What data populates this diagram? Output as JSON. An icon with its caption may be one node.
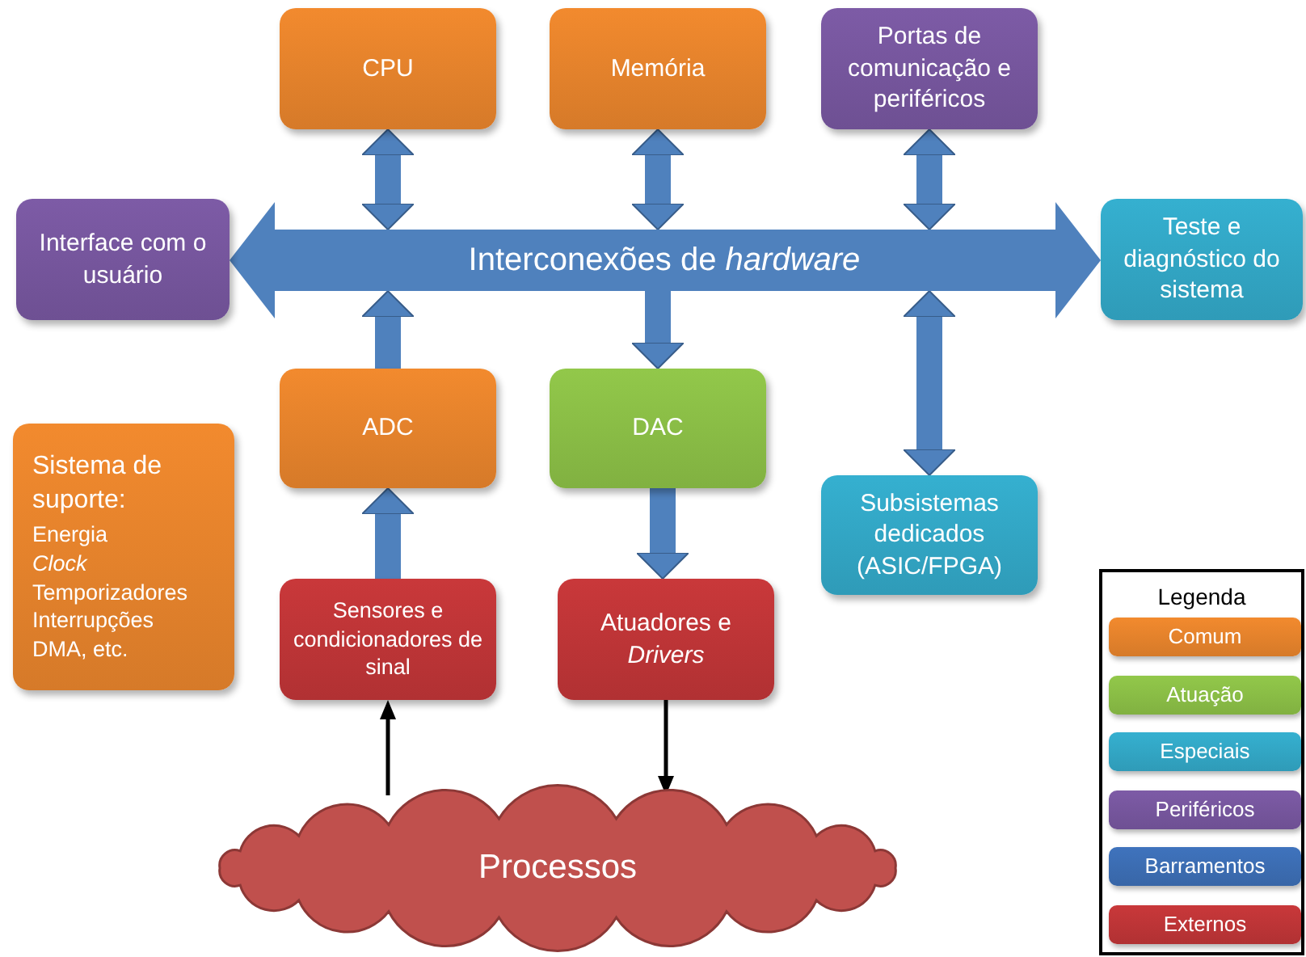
{
  "diagram": {
    "nodes": [
      {
        "text": [
          "CPU"
        ]
      },
      {
        "text": [
          "Memória"
        ]
      },
      {
        "text": [
          "Portas de comunicação e periféricos"
        ]
      },
      {
        "text": [
          "Interface com o usuário"
        ]
      },
      {
        "text": [
          "Interconexões de *hardware*"
        ]
      },
      {
        "text": [
          "Teste e diagnóstico do sistema"
        ]
      },
      {
        "text": [
          "Sistema de suporte:",
          "Energia",
          "*Clock*",
          "Temporizadores",
          "Interrupções",
          "DMA, etc."
        ]
      },
      {
        "text": [
          "ADC"
        ]
      },
      {
        "text": [
          "DAC"
        ]
      },
      {
        "text": [
          "Subsistemas dedicados (ASIC/FPGA)"
        ]
      },
      {
        "text": [
          "Sensores e condicionadores de sinal"
        ]
      },
      {
        "text": [
          "Atuadores e *Drivers*"
        ]
      },
      {
        "text": [
          "Processos"
        ]
      }
    ],
    "edges": [
      {
        "from": 0,
        "to": 4,
        "arrow": "both"
      },
      {
        "from": 1,
        "to": 4,
        "arrow": "both"
      },
      {
        "from": 2,
        "to": 4,
        "arrow": "both"
      },
      {
        "from": 7,
        "to": 4,
        "arrow": "to"
      },
      {
        "from": 4,
        "to": 8,
        "arrow": "to"
      },
      {
        "from": 4,
        "to": 9,
        "arrow": "both"
      },
      {
        "from": 10,
        "to": 7,
        "arrow": "to"
      },
      {
        "from": 8,
        "to": 11,
        "arrow": "to"
      },
      {
        "from": 12,
        "to": 10,
        "arrow": "to",
        "color": "#000000"
      },
      {
        "from": 11,
        "to": 12,
        "arrow": "to",
        "color": "#000000"
      },
      {
        "from": 4,
        "to": 3,
        "arrow": "to",
        "style": "thick"
      },
      {
        "from": 4,
        "to": 5,
        "arrow": "to",
        "style": "thick"
      }
    ],
    "labels": [
      "Legenda"
    ],
    "legend": [
      {
        "text": "Comum",
        "color": "#f28a2e"
      },
      {
        "text": "Atuação",
        "color": "#92c84a"
      },
      {
        "text": "Especiais",
        "color": "#35b0d0"
      },
      {
        "text": "Periféricos",
        "color": "#7d5ba6"
      },
      {
        "text": "Barramentos",
        "color": "#3f73bd"
      },
      {
        "text": "Externos",
        "color": "#c9383a"
      }
    ]
  }
}
